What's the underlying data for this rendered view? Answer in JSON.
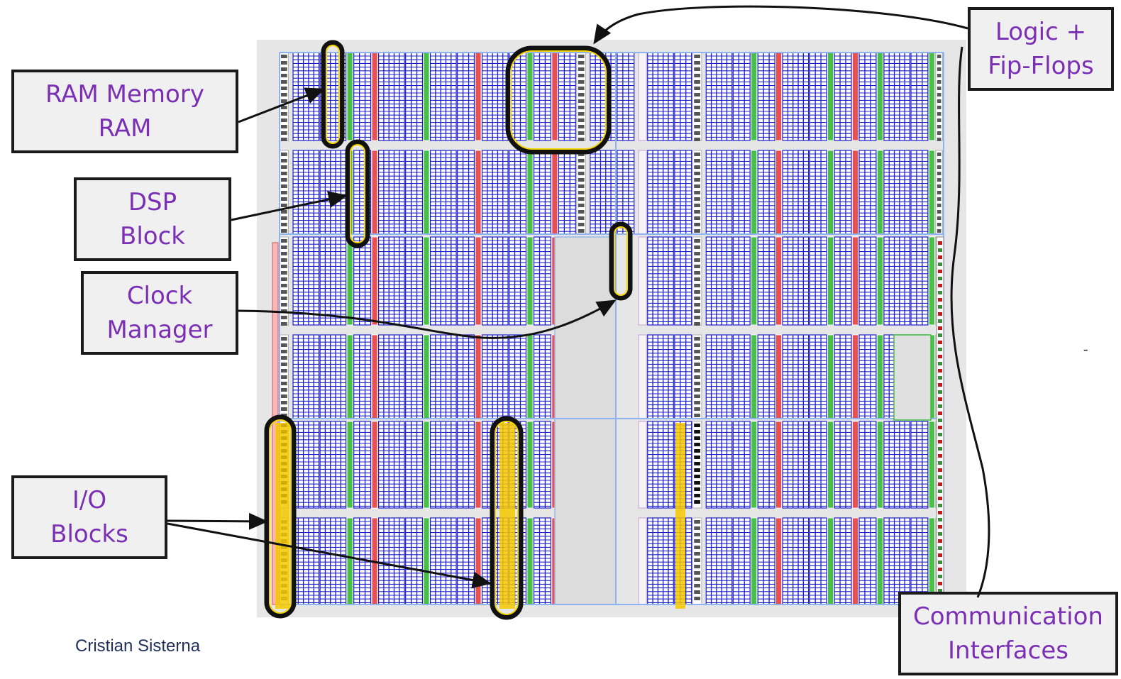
{
  "labels": {
    "ram": {
      "line1": "RAM Memory",
      "line2": "RAM"
    },
    "dsp": {
      "line1": "DSP",
      "line2": "Block"
    },
    "clock": {
      "line1": "Clock",
      "line2": "Manager"
    },
    "io": {
      "line1": "I/O",
      "line2": "Blocks"
    },
    "logic": {
      "line1": "Logic +",
      "line2": "Fip-Flops"
    },
    "comm": {
      "line1": "Communication",
      "line2": "Interfaces"
    }
  },
  "author": "Cristian Sisterna",
  "stray_mark": "̵",
  "colors": {
    "logic": "#1c1ccc",
    "ram": "#3fbf3f",
    "dsp": "#e84a4a",
    "io_highlight": "#f6c800",
    "background": "#e6e6e6",
    "label_text": "#7a2fb4"
  }
}
